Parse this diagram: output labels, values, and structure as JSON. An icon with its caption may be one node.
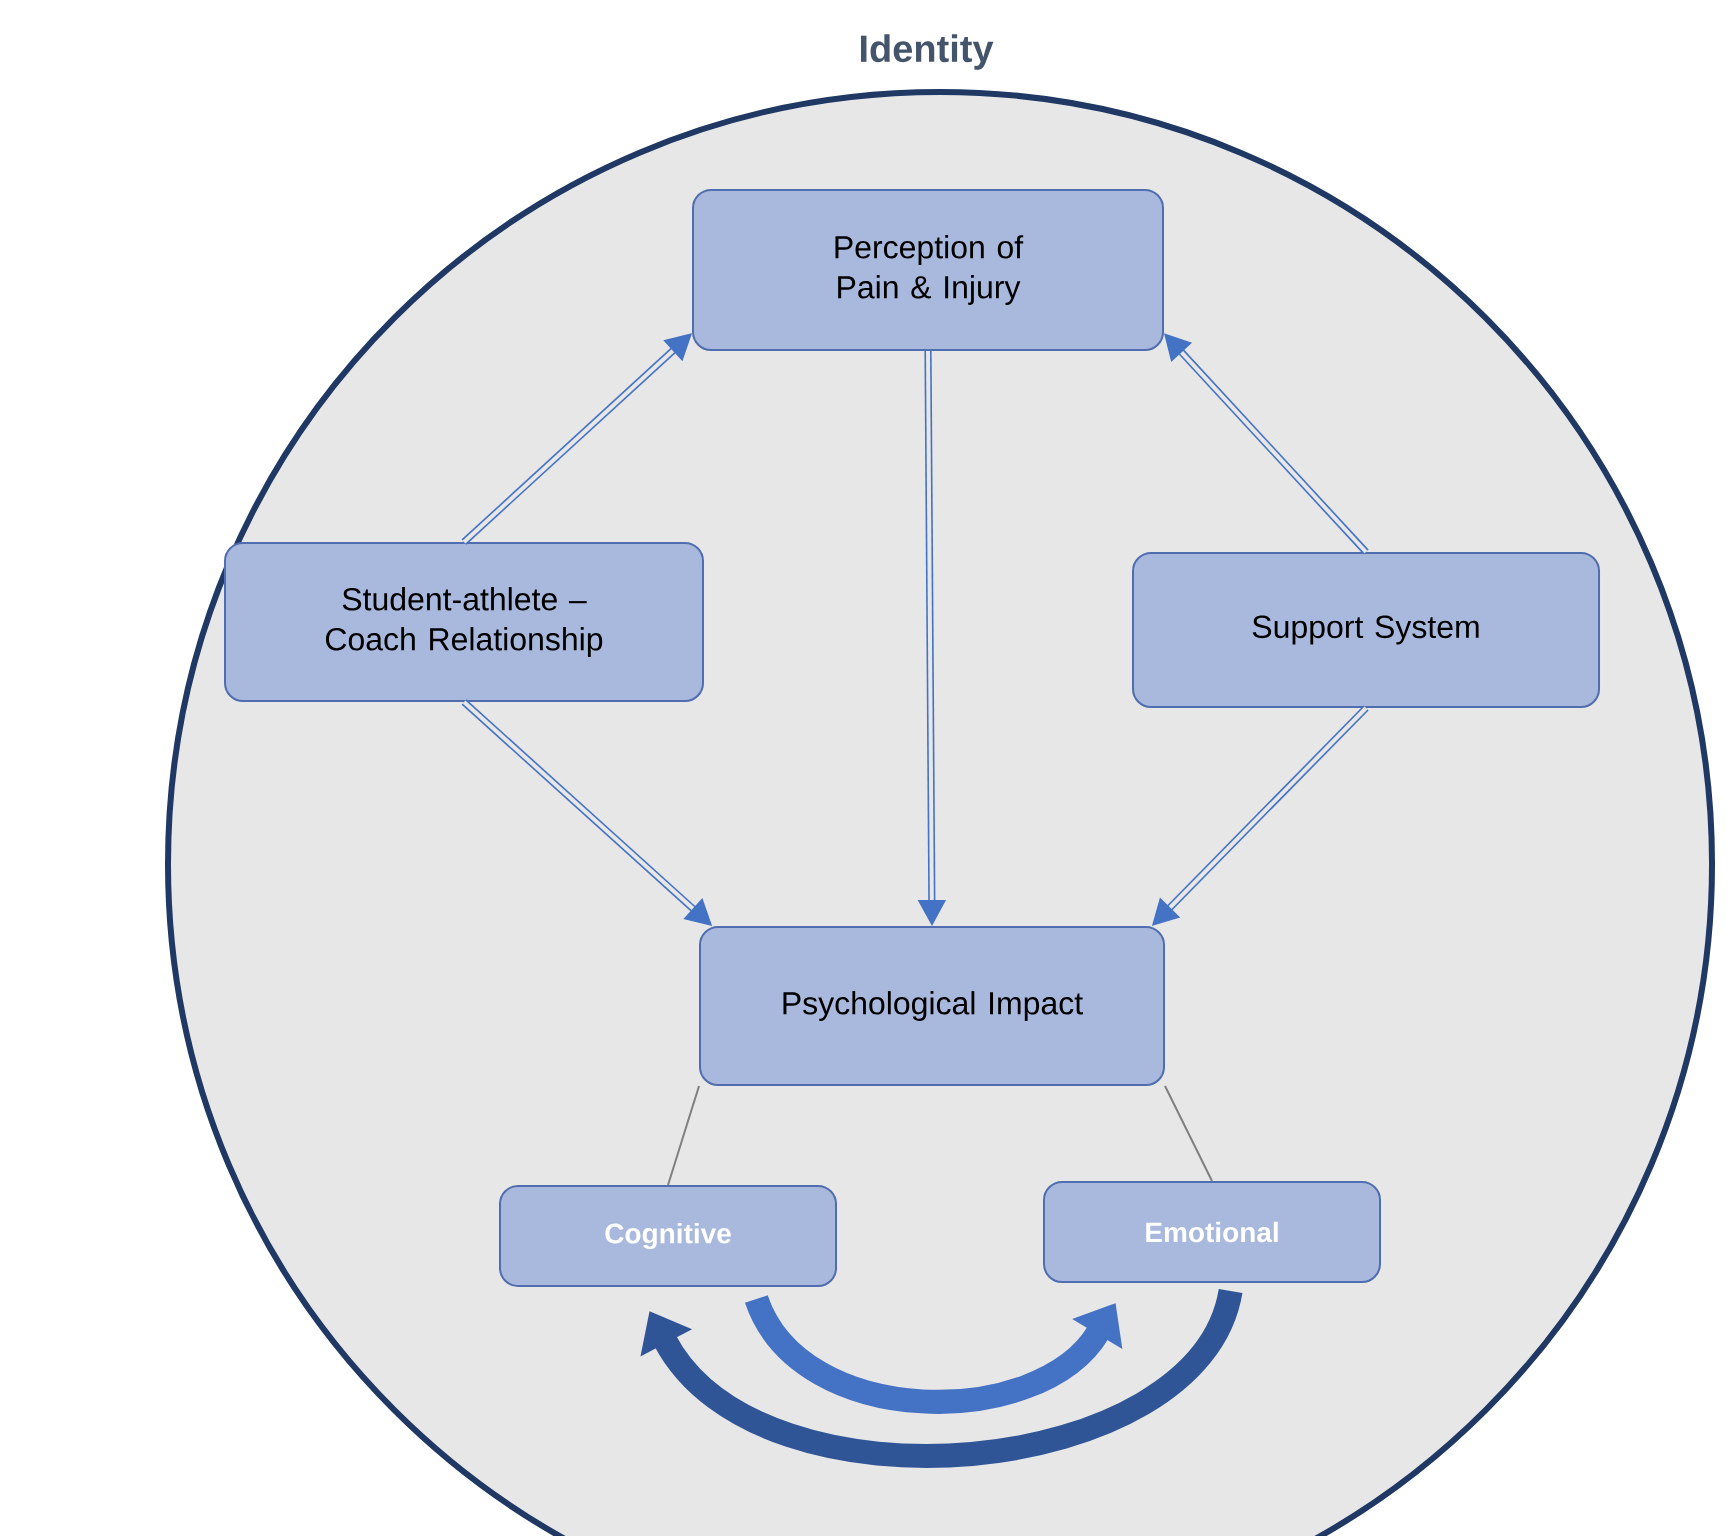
{
  "diagram": {
    "nodes": [
      {
        "text": [
          "Identity"
        ]
      },
      {
        "text": [
          "Perception of Pain & Injury"
        ],
        "in": 0
      },
      {
        "text": [
          "Student-athlete – Coach Relationship"
        ],
        "in": 0
      },
      {
        "text": [
          "Support System"
        ],
        "in": 0
      },
      {
        "text": [
          "Psychological Impact"
        ],
        "in": 0
      },
      {
        "text": [
          "Cognitive"
        ],
        "in": 0
      },
      {
        "text": [
          "Emotional"
        ],
        "in": 0
      }
    ],
    "edges": [
      {
        "from": 2,
        "to": 1,
        "arrow": "to"
      },
      {
        "from": 3,
        "to": 1,
        "arrow": "to"
      },
      {
        "from": 1,
        "to": 4,
        "arrow": "to"
      },
      {
        "from": 2,
        "to": 4,
        "arrow": "to"
      },
      {
        "from": 3,
        "to": 4,
        "arrow": "to"
      },
      {
        "from": 4,
        "to": 5,
        "arrow": "none",
        "color": "#7f7f7f"
      },
      {
        "from": 4,
        "to": 6,
        "arrow": "none",
        "color": "#7f7f7f"
      },
      {
        "from": 5,
        "to": 6,
        "arrow": "to",
        "style": "thick"
      },
      {
        "from": 6,
        "to": 5,
        "arrow": "to",
        "style": "thick",
        "color": "#2f5597"
      }
    ]
  }
}
